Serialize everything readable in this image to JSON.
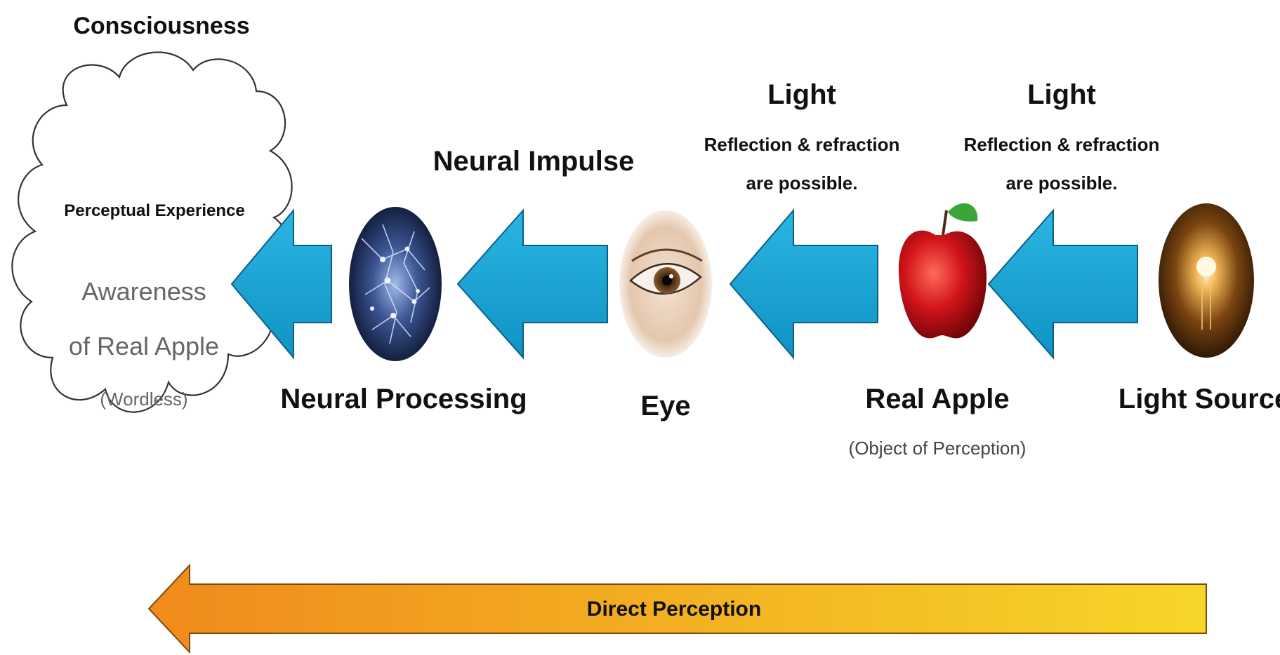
{
  "consciousness": {
    "title": "Consciousness",
    "subtitle": "Perceptual Experience",
    "awareness_line1": "Awareness",
    "awareness_line2": "of Real Apple",
    "note": "(Wordless)"
  },
  "stages": {
    "neural_processing": "Neural Processing",
    "eye": "Eye",
    "real_apple": "Real Apple",
    "real_apple_sub": "(Object of Perception)",
    "light_source": "Light Source"
  },
  "arrows": {
    "neural_impulse": "Neural Impulse",
    "light_1_title": "Light",
    "light_1_line1": "Reflection & refraction",
    "light_1_line2": "are possible.",
    "light_2_title": "Light",
    "light_2_line1": "Reflection & refraction",
    "light_2_line2": "are possible."
  },
  "bottom_arrow": {
    "label": "Direct Perception"
  },
  "colors": {
    "blue_arrow": "#19a6d6",
    "blue_arrow_edge": "#0b5f86",
    "orange_arrow_start": "#f08a1c",
    "orange_arrow_end": "#f6d628",
    "cloud_stroke": "#333333",
    "cloud_text": "#666666"
  },
  "icons": {
    "neural_processing": "neuron-network-image",
    "eye": "eye-image",
    "real_apple": "red-apple-image",
    "light_source": "light-bulb-image"
  }
}
